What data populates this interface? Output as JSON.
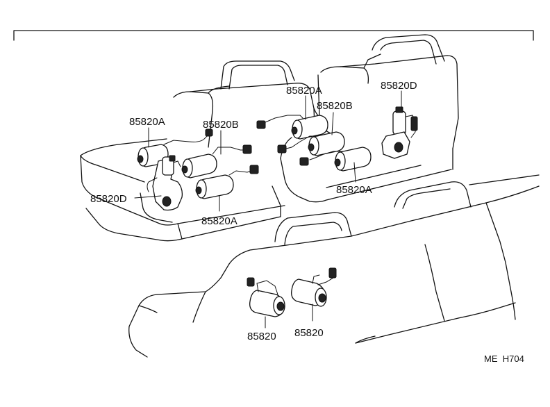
{
  "labels": {
    "part_a_left": "85820A",
    "part_b_left": "85820B",
    "part_d_left": "85820D",
    "part_a_left_lower": "85820A",
    "part_a_right_upper": "85820A",
    "part_b_right": "85820B",
    "part_d_right": "85820D",
    "part_a_right_lower": "85820A",
    "part_plain_1": "85820",
    "part_plain_2": "85820"
  },
  "diagram_code": "ME  H704",
  "colors": {
    "ink": "#111111",
    "paper": "#ffffff"
  }
}
